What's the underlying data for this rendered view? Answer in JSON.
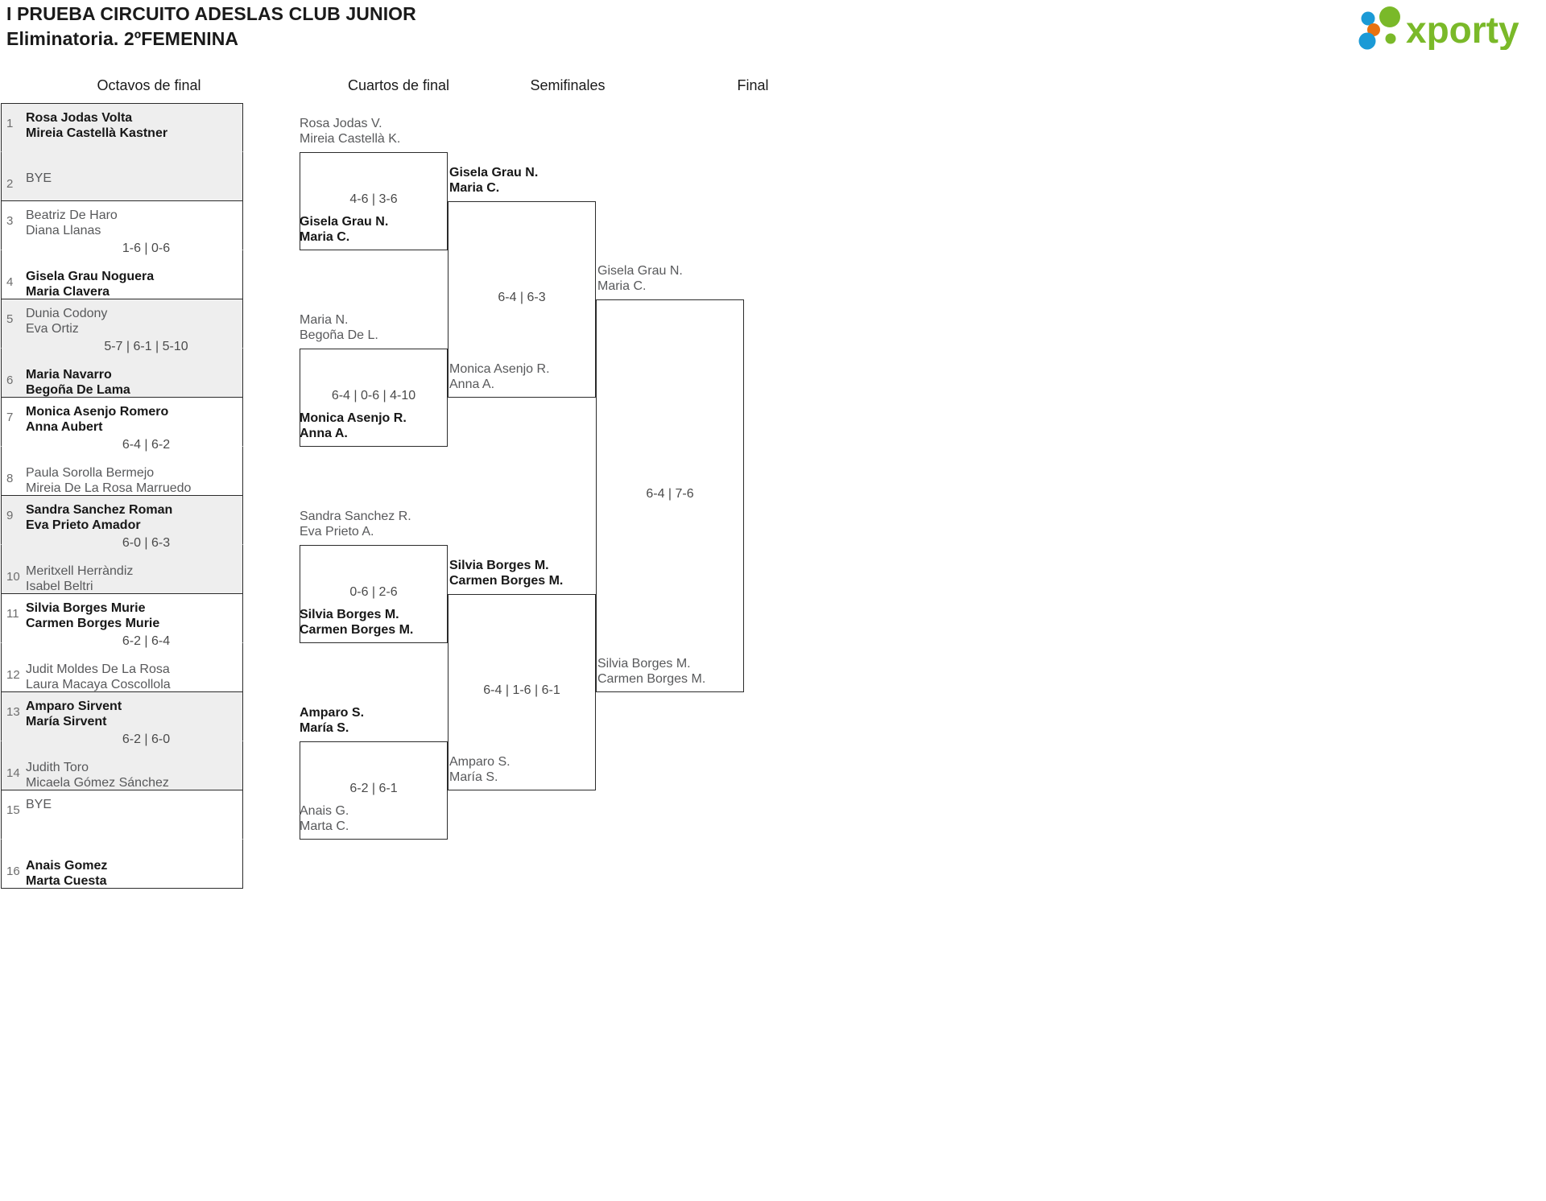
{
  "header": {
    "title_line1": "I PRUEBA CIRCUITO ADESLAS CLUB JUNIOR",
    "title_line2": "Eliminatoria. 2ºFEMENINA",
    "logo_text": "xporty",
    "logo_colors": {
      "green": "#7ab929",
      "blue": "#1b9ad6",
      "orange": "#e87211"
    }
  },
  "rounds": [
    {
      "id": "octavos",
      "label": "Octavos de final"
    },
    {
      "id": "cuartos",
      "label": "Cuartos de final"
    },
    {
      "id": "semifinales",
      "label": "Semifinales"
    },
    {
      "id": "final",
      "label": "Final"
    }
  ],
  "round1": {
    "entries": [
      {
        "seed": "1",
        "l1": "Rosa Jodas Volta",
        "l2": "Mireia Castellà Kastner",
        "winner": true
      },
      {
        "seed": "2",
        "l1": "BYE",
        "l2": "",
        "winner": false
      },
      {
        "seed": "3",
        "l1": "Beatriz De Haro",
        "l2": "Diana Llanas",
        "winner": false
      },
      {
        "seed": "4",
        "l1": "Gisela Grau Noguera",
        "l2": "Maria Clavera",
        "winner": true
      },
      {
        "seed": "5",
        "l1": "Dunia Codony",
        "l2": "Eva Ortiz",
        "winner": false
      },
      {
        "seed": "6",
        "l1": "Maria Navarro",
        "l2": "Begoña De Lama",
        "winner": true
      },
      {
        "seed": "7",
        "l1": "Monica Asenjo Romero",
        "l2": "Anna Aubert",
        "winner": true
      },
      {
        "seed": "8",
        "l1": "Paula Sorolla Bermejo",
        "l2": "Mireia De La Rosa Marruedo",
        "winner": false
      },
      {
        "seed": "9",
        "l1": "Sandra Sanchez Roman",
        "l2": "Eva Prieto Amador",
        "winner": true
      },
      {
        "seed": "10",
        "l1": "Meritxell Herràndiz",
        "l2": "Isabel Beltri",
        "winner": false
      },
      {
        "seed": "11",
        "l1": "Silvia Borges Murie",
        "l2": "Carmen Borges Murie",
        "winner": true
      },
      {
        "seed": "12",
        "l1": "Judit Moldes De La Rosa",
        "l2": "Laura Macaya Coscollola",
        "winner": false
      },
      {
        "seed": "13",
        "l1": "Amparo Sirvent",
        "l2": "María Sirvent",
        "winner": true
      },
      {
        "seed": "14",
        "l1": "Judith Toro",
        "l2": "Micaela Gómez Sánchez",
        "winner": false
      },
      {
        "seed": "15",
        "l1": "BYE",
        "l2": "",
        "winner": false
      },
      {
        "seed": "16",
        "l1": "Anais Gomez",
        "l2": "Marta Cuesta",
        "winner": true
      }
    ],
    "scores": [
      "",
      "1-6 | 0-6",
      "5-7 | 6-1 | 5-10",
      "6-4 | 6-2",
      "6-0 | 6-3",
      "6-2 | 6-4",
      "6-2 | 6-0",
      ""
    ]
  },
  "round2": {
    "matches": [
      {
        "top": {
          "l1": "Rosa Jodas V.",
          "l2": "Mireia Castellà K.",
          "winner": false
        },
        "bottom": {
          "l1": "Gisela Grau N.",
          "l2": "Maria C.",
          "winner": true
        },
        "score": "4-6 | 3-6"
      },
      {
        "top": {
          "l1": "Maria N.",
          "l2": "Begoña De L.",
          "winner": false
        },
        "bottom": {
          "l1": "Monica Asenjo R.",
          "l2": "Anna A.",
          "winner": true
        },
        "score": "6-4 | 0-6 | 4-10"
      },
      {
        "top": {
          "l1": "Sandra Sanchez R.",
          "l2": "Eva Prieto A.",
          "winner": false
        },
        "bottom": {
          "l1": "Silvia Borges M.",
          "l2": "Carmen Borges M.",
          "winner": true
        },
        "score": "0-6 | 2-6"
      },
      {
        "top": {
          "l1": "Amparo S.",
          "l2": "María S.",
          "winner": true
        },
        "bottom": {
          "l1": "Anais G.",
          "l2": "Marta C.",
          "winner": false
        },
        "score": "6-2 | 6-1"
      }
    ]
  },
  "round3": {
    "matches": [
      {
        "top": {
          "l1": "Gisela Grau N.",
          "l2": "Maria C.",
          "winner": true
        },
        "bottom": {
          "l1": "Monica Asenjo R.",
          "l2": "Anna A.",
          "winner": false
        },
        "score": "6-4 | 6-3"
      },
      {
        "top": {
          "l1": "Silvia Borges M.",
          "l2": "Carmen Borges M.",
          "winner": true
        },
        "bottom": {
          "l1": "Amparo S.",
          "l2": "María S.",
          "winner": false
        },
        "score": "6-4 | 1-6 | 6-1"
      }
    ]
  },
  "round4": {
    "matches": [
      {
        "top": {
          "l1": "Gisela Grau N.",
          "l2": "Maria C.",
          "winner": false
        },
        "bottom": {
          "l1": "Silvia Borges M.",
          "l2": "Carmen Borges M.",
          "winner": false
        },
        "score": "6-4 | 7-6"
      }
    ]
  }
}
